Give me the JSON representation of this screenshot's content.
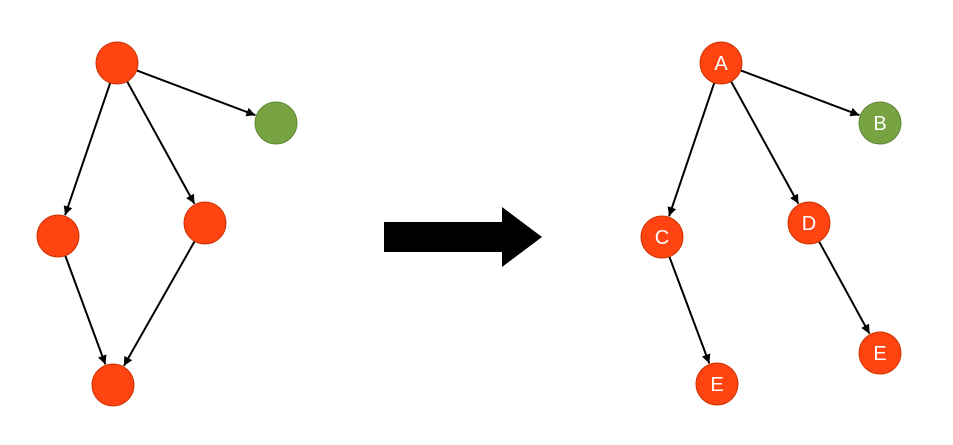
{
  "colors": {
    "node_red": "#ff4411",
    "node_red_stroke": "#cc3300",
    "node_green": "#78a343",
    "node_green_stroke": "#5f8733",
    "edge": "#000000",
    "transform_arrow": "#000000"
  },
  "diagrams": [
    {
      "id": "dag",
      "nodes": [
        {
          "id": "n1",
          "label": "",
          "color": "red"
        },
        {
          "id": "n2",
          "label": "",
          "color": "green"
        },
        {
          "id": "n3",
          "label": "",
          "color": "red"
        },
        {
          "id": "n4",
          "label": "",
          "color": "red"
        },
        {
          "id": "n5",
          "label": "",
          "color": "red"
        }
      ],
      "edges": [
        {
          "from": "n1",
          "to": "n2"
        },
        {
          "from": "n1",
          "to": "n3"
        },
        {
          "from": "n1",
          "to": "n4"
        },
        {
          "from": "n3",
          "to": "n5"
        },
        {
          "from": "n4",
          "to": "n5"
        }
      ]
    },
    {
      "id": "tree",
      "nodes": [
        {
          "id": "t1",
          "label": "A",
          "color": "red"
        },
        {
          "id": "t2",
          "label": "B",
          "color": "green"
        },
        {
          "id": "t3",
          "label": "C",
          "color": "red"
        },
        {
          "id": "t4",
          "label": "D",
          "color": "red"
        },
        {
          "id": "t5",
          "label": "E",
          "color": "red"
        },
        {
          "id": "t6",
          "label": "E",
          "color": "red"
        }
      ],
      "edges": [
        {
          "from": "t1",
          "to": "t2"
        },
        {
          "from": "t1",
          "to": "t3"
        },
        {
          "from": "t1",
          "to": "t4"
        },
        {
          "from": "t3",
          "to": "t5"
        },
        {
          "from": "t4",
          "to": "t6"
        }
      ]
    }
  ]
}
